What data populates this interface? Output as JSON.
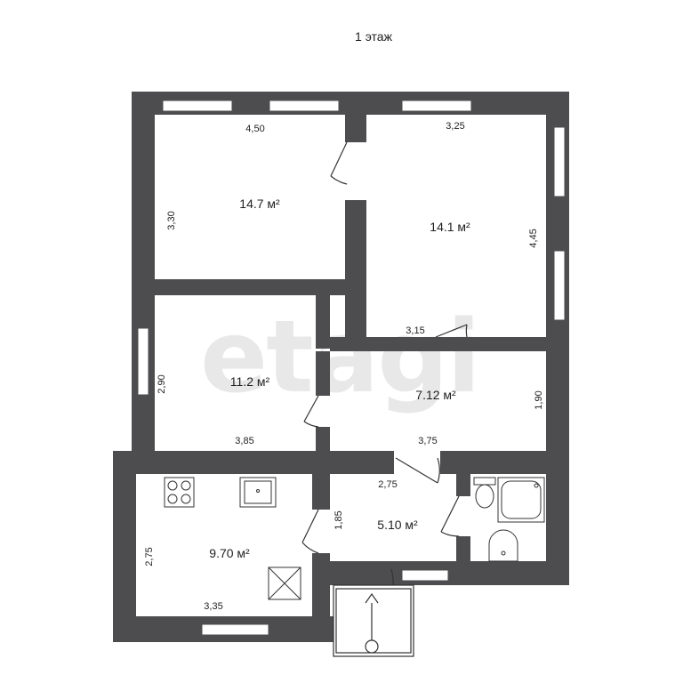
{
  "floor_title": "1 этаж",
  "watermark": "etagi",
  "rooms": [
    {
      "id": "room-1",
      "area": "14.7 м²"
    },
    {
      "id": "room-2",
      "area": "14.1 м²"
    },
    {
      "id": "room-3",
      "area": "11.2 м²"
    },
    {
      "id": "room-4",
      "area": "7.12 м²"
    },
    {
      "id": "kitchen",
      "area": "9.70 м²"
    },
    {
      "id": "hall",
      "area": "5.10 м²"
    }
  ],
  "dimensions": {
    "room1_width": "4,50",
    "room1_height": "3,30",
    "room2_width": "3,25",
    "room2_height": "4,45",
    "room2_inner": "3,15",
    "room3_width": "3,85",
    "room3_height": "2,90",
    "room4_width": "3,75",
    "room4_height": "1,90",
    "kitchen_width": "3,35",
    "kitchen_height": "2,75",
    "hall_width": "2,75",
    "hall_height": "1,85"
  },
  "colors": {
    "wall": "#4d4d4f",
    "window": "#ffffff",
    "line": "#333333",
    "watermark": "#d7d7d7"
  }
}
